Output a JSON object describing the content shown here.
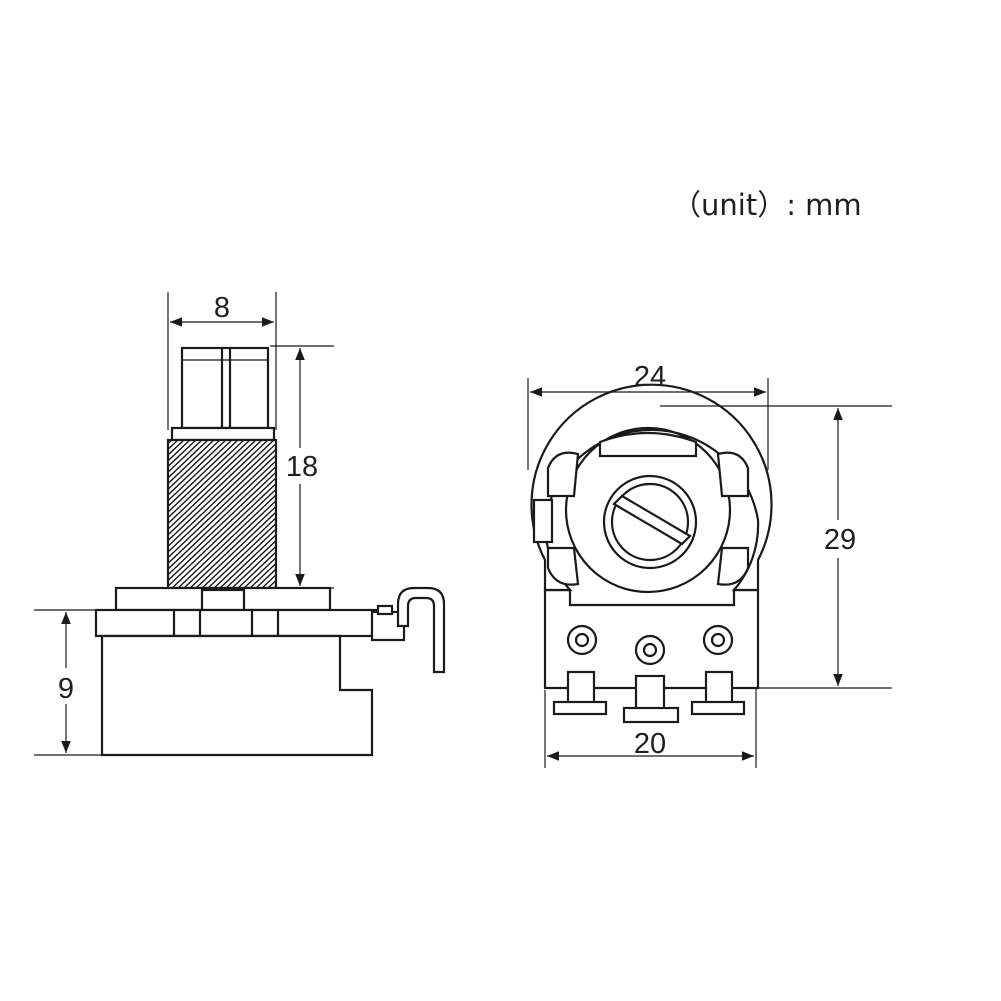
{
  "unit_note": "（unit）: mm",
  "side_view": {
    "dim_shaft_width": "8",
    "dim_shaft_height": "18",
    "dim_body_height": "9"
  },
  "front_view": {
    "dim_body_width": "24",
    "dim_body_height": "29",
    "dim_base_width": "20"
  },
  "colors": {
    "line": "#1a1a1a",
    "background": "#ffffff"
  }
}
